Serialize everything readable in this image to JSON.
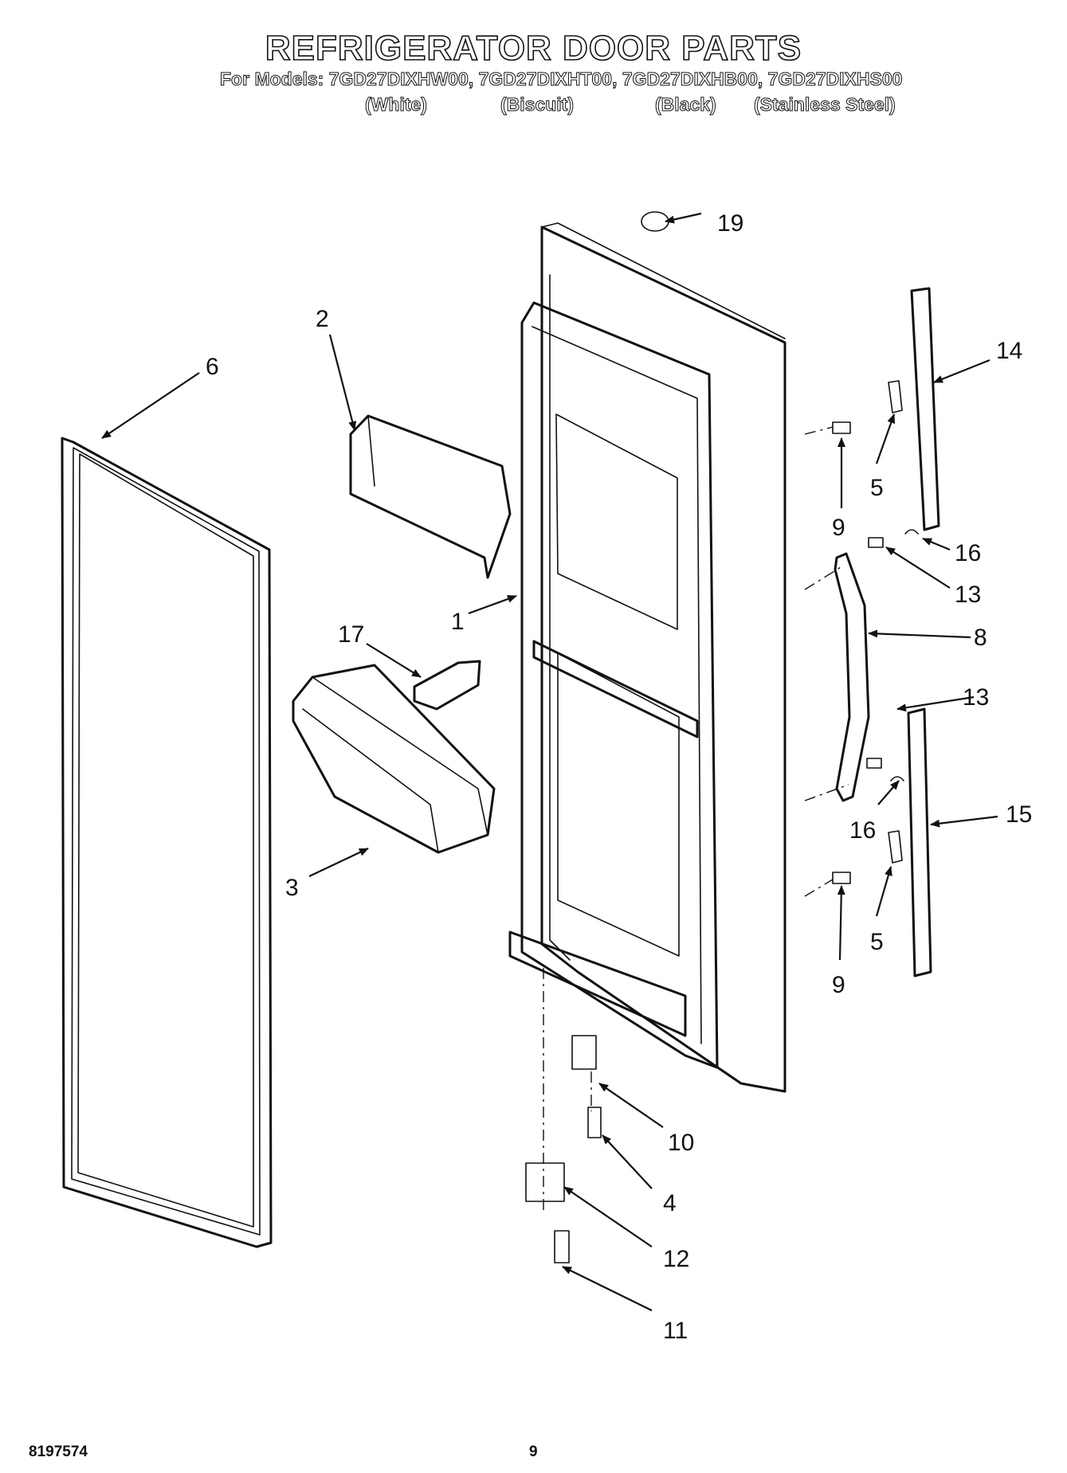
{
  "header": {
    "title": "REFRIGERATOR DOOR PARTS",
    "models_line": "For Models: 7GD27DIXHW00, 7GD27DIXHT00, 7GD27DIXHB00, 7GD27DIXHS00",
    "colors": [
      "(White)",
      "(Biscuit)",
      "(Black)",
      "(Stainless Steel)"
    ]
  },
  "callouts": {
    "c1": "1",
    "c2": "2",
    "c3": "3",
    "c4": "4",
    "c5a": "5",
    "c5b": "5",
    "c6": "6",
    "c8": "8",
    "c9a": "9",
    "c9b": "9",
    "c10": "10",
    "c11": "11",
    "c12": "12",
    "c13a": "13",
    "c13b": "13",
    "c14": "14",
    "c15": "15",
    "c16a": "16",
    "c16b": "16",
    "c17": "17",
    "c19": "19"
  },
  "footer": {
    "part_number": "8197574",
    "page_number": "9"
  }
}
